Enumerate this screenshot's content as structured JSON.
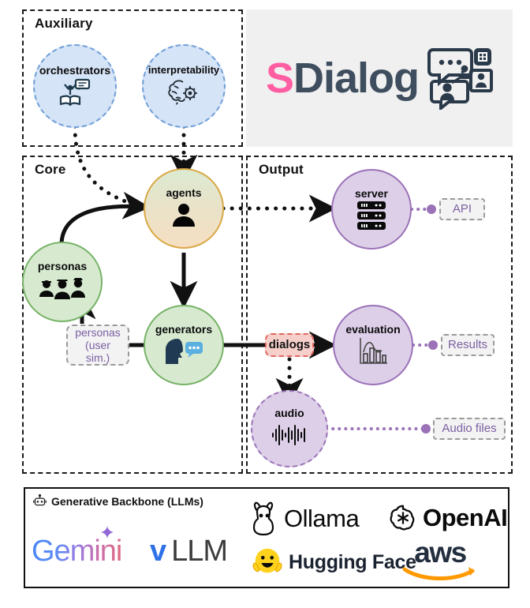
{
  "logo": {
    "s": "S",
    "rest": "Dialog",
    "icon": "sdialog-conversation-icon"
  },
  "groups": [
    {
      "id": "auxiliary",
      "title": "Auxiliary"
    },
    {
      "id": "core",
      "title": "Core"
    },
    {
      "id": "output",
      "title": "Output"
    }
  ],
  "nodes": {
    "orchestrators": {
      "label": "orchestrators",
      "icon": "teacher-book-speech-icon",
      "group": "auxiliary",
      "style": "blue-dashed"
    },
    "interpretability": {
      "label": "interpretability",
      "icon": "brain-gear-icon",
      "group": "auxiliary",
      "style": "blue-dashed"
    },
    "agents": {
      "label": "agents",
      "icon": "person-icon",
      "group": "core",
      "style": "gradient-gold"
    },
    "personas": {
      "label": "personas",
      "icon": "three-people-icon",
      "group": "core",
      "style": "green"
    },
    "generators": {
      "label": "generators",
      "icon": "head-speech-bubble-icon",
      "group": "core",
      "style": "green"
    },
    "server": {
      "label": "server",
      "icon": "server-rack-icon",
      "group": "output",
      "style": "purple"
    },
    "evaluation": {
      "label": "evaluation",
      "icon": "bar-chart-icon",
      "group": "output",
      "style": "purple"
    },
    "audio": {
      "label": "audio",
      "icon": "waveform-icon",
      "group": "output",
      "style": "purple-dashed"
    }
  },
  "tags": {
    "personas_user_sim": {
      "line1": "personas",
      "line2": "(user sim.)"
    },
    "dialogs": {
      "label": "dialogs"
    },
    "api": {
      "label": "API"
    },
    "results": {
      "label": "Results"
    },
    "audio_files": {
      "label": "Audio files"
    }
  },
  "backbone": {
    "title": "Generative Backbone (LLMs)",
    "title_icon": "robot-icon",
    "providers": [
      {
        "name": "Gemini",
        "icon": "gemini-sparkle-icon"
      },
      {
        "name": "LLM",
        "prefix": "v",
        "icon": "vllm-icon"
      },
      {
        "name": "Ollama",
        "icon": "llama-icon"
      },
      {
        "name": "OpenAI",
        "icon": "openai-knot-icon"
      },
      {
        "name": "Hugging Face",
        "icon": "hugging-face-emoji-icon"
      },
      {
        "name": "aws",
        "icon": "aws-smile-icon"
      }
    ]
  },
  "colors": {
    "brand_pink": "#ff5fa2",
    "brand_slate": "#3f4e5e",
    "node_blue": "#d6e4f7",
    "node_blue_border": "#6f9fd8",
    "node_green": "#d7ead0",
    "node_green_border": "#77b267",
    "node_purple": "#ddcfe8",
    "node_purple_border": "#9b72b8",
    "agents_border": "#d9a845",
    "dialogs_fill": "#f6cfcb",
    "dialogs_border": "#e0675e",
    "tag_text": "#7b5fa2",
    "edge_dark": "#111111",
    "edge_purple": "#9b72b8"
  }
}
